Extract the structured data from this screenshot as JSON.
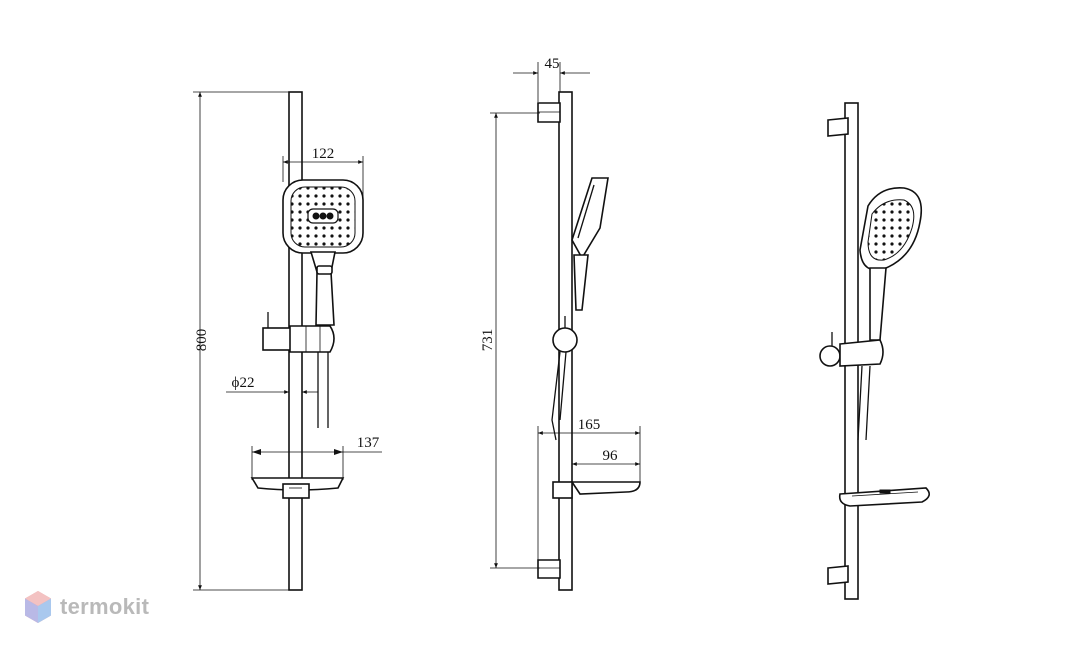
{
  "dimensions": {
    "front_height": "800",
    "head_width": "122",
    "bar_diameter": "ϕ22",
    "shelf_width": "137",
    "projection": "45",
    "holder_spacing": "731",
    "shelf_depth": "165",
    "shelf_inner": "96"
  },
  "brand": {
    "name": "termokit",
    "color": "#b9b9b9",
    "logo_icon": "hexagon-cube-icon"
  }
}
